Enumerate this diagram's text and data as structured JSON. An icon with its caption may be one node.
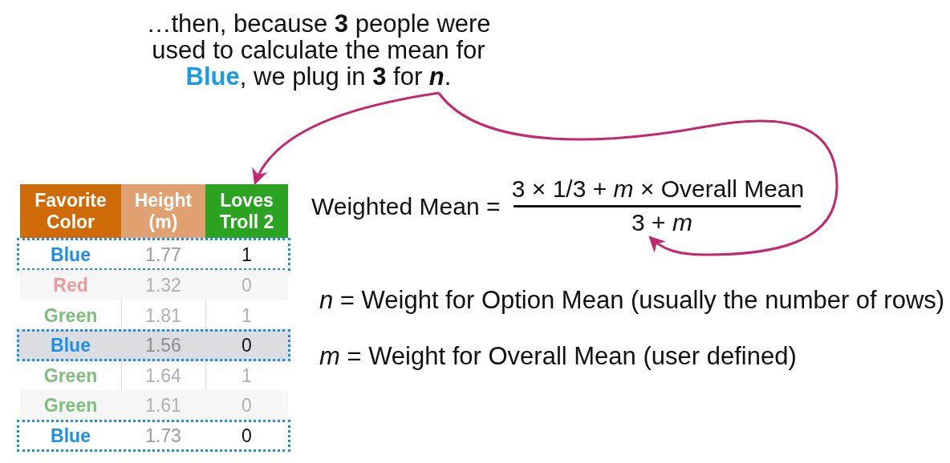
{
  "diagram": {
    "nodes": [
      {
        "text": [
          "…then, because **3** people were used to calculate the mean for **Blue**, we plug in **3** for **n**."
        ]
      },
      {
        "text": [
          "Loves Troll 2"
        ]
      },
      {
        "text": [
          "3 + *m*"
        ]
      }
    ],
    "edges": [
      {
        "from": 0,
        "to": 1,
        "arrow": "to"
      },
      {
        "from": 0,
        "to": 2,
        "arrow": "to"
      }
    ],
    "labels": [
      "Favorite Color",
      "Height (m)",
      "Blue",
      "1.77",
      "1",
      "Red",
      "1.32",
      "0",
      "Green",
      "1.81",
      "1",
      "Blue",
      "1.56",
      "0",
      "Green",
      "1.64",
      "1",
      "Green",
      "1.61",
      "0",
      "Blue",
      "1.73",
      "0",
      "Weighted Mean =",
      "3 × 1/3 + *m* × Overall Mean",
      "*n* = Weight for Option Mean (usually the number of rows)",
      "*m* = Weight for Overall Mean (user defined)"
    ]
  }
}
